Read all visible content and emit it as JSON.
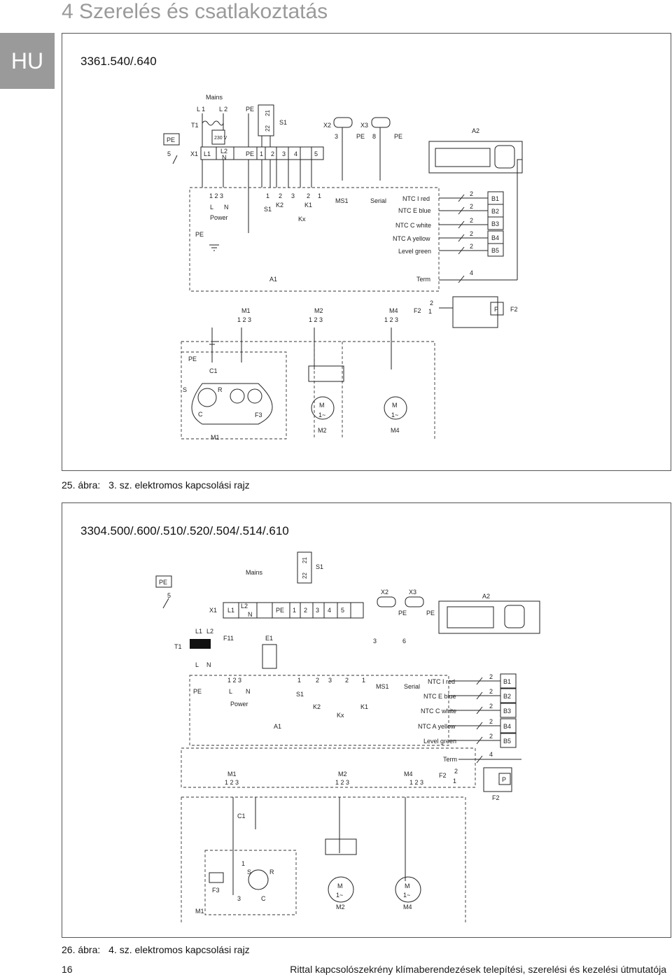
{
  "header": {
    "title": "4 Szerelés és csatlakoztatás",
    "lang": "HU"
  },
  "figure1": {
    "model": "3361.540/.640",
    "caption_num": "25. ábra:",
    "caption_text": "3. sz. elektromos kapcsolási rajz",
    "labels": {
      "mains": "Mains",
      "l1": "L 1",
      "l2": "L 2",
      "pe": "PE",
      "t1": "T1",
      "v230": "230 V",
      "s1": "S1",
      "x2": "X2",
      "x3": "X3",
      "a2": "A2",
      "x1": "X1",
      "L1": "L1",
      "L2N": "L2",
      "N": "N",
      "n5": "5",
      "n3": "3",
      "n8": "8",
      "n1": "1",
      "n2": "2",
      "n4": "4",
      "n21": "21",
      "n22": "22",
      "L": "L",
      "power": "Power",
      "k2": "K2",
      "k1": "K1",
      "kx": "Kx",
      "ms1": "MS1",
      "serial": "Serial",
      "ntc_i": "NTC I red",
      "ntc_e": "NTC E blue",
      "ntc_c": "NTC C white",
      "ntc_a": "NTC A yellow",
      "level": "Level green",
      "b1": "B1",
      "b2": "B2",
      "b3": "B3",
      "b4": "B4",
      "b5": "B5",
      "a1": "A1",
      "term": "Term",
      "m1": "M1",
      "m2": "M2",
      "m4": "M4",
      "f2": "F2",
      "p": "P",
      "c1": "C1",
      "s": "S",
      "r": "R",
      "c": "C",
      "f3": "F3",
      "m": "M",
      "ac": "1~",
      "n123": "1 2 3"
    }
  },
  "figure2": {
    "model": "3304.500/.600/.510/.520/.504/.514/.610",
    "caption_num": "26. ábra:",
    "caption_text": "4. sz. elektromos kapcsolási rajz",
    "labels": {
      "mains": "Mains",
      "s1": "S1",
      "pe": "PE",
      "x2": "X2",
      "x3": "X3",
      "a2": "A2",
      "x1": "X1",
      "L1": "L1",
      "L2": "L2",
      "N": "N",
      "t1": "T1",
      "f11": "F11",
      "e1": "E1",
      "L": "L",
      "power": "Power",
      "k2": "K2",
      "kx": "Kx",
      "k1": "K1",
      "ms1": "MS1",
      "serial": "Serial",
      "a1": "A1",
      "ntc_i": "NTC I red",
      "ntc_e": "NTC E blue",
      "ntc_c": "NTC C white",
      "ntc_a": "NTC A yellow",
      "level": "Level green",
      "b1": "B1",
      "b2": "B2",
      "b3": "B3",
      "b4": "B4",
      "b5": "B5",
      "term": "Term",
      "m1": "M1",
      "m2": "M2",
      "m4": "M4",
      "f2": "F2",
      "p": "P",
      "c1": "C1",
      "s": "S",
      "r": "R",
      "c": "C",
      "f3": "F3",
      "m": "M",
      "ac": "1~",
      "n1": "1",
      "n2": "2",
      "n3": "3",
      "n4": "4",
      "n5": "5",
      "n6": "6",
      "n21": "21",
      "n22": "22",
      "n123": "1 2 3"
    }
  },
  "footer": {
    "page_number": "16",
    "text": "Rittal kapcsolószekrény klímaberendezések telepítési, szerelési és kezelési útmutatója"
  }
}
